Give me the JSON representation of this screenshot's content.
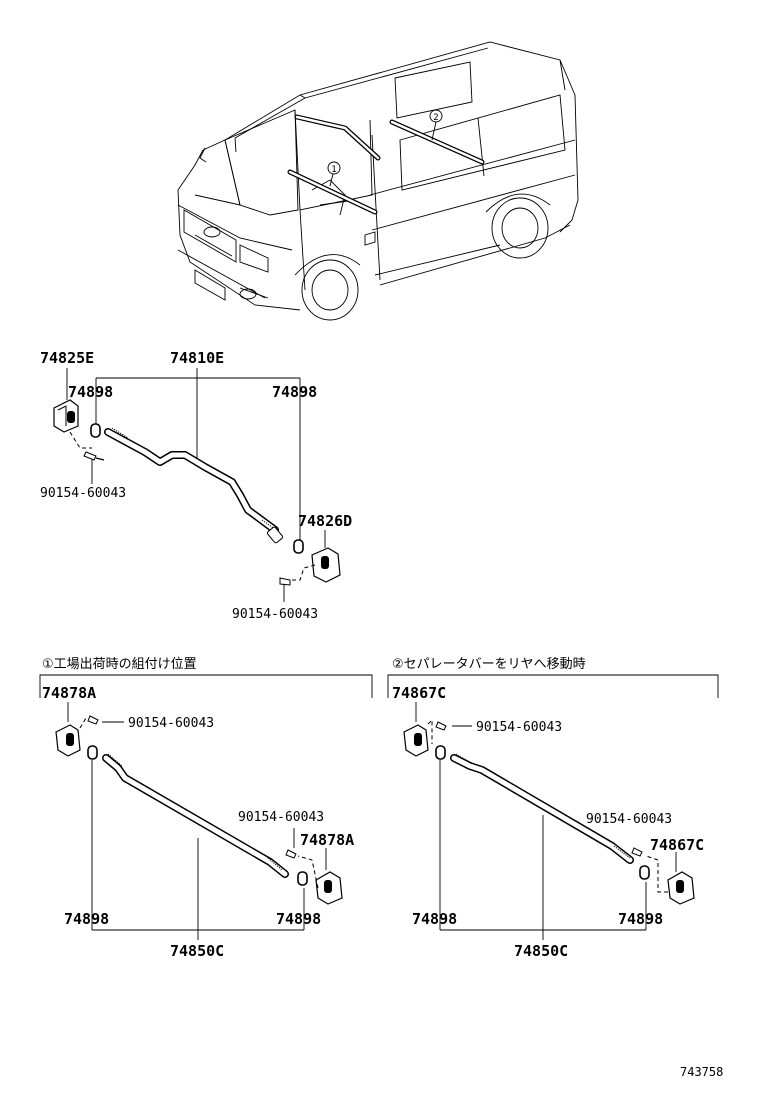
{
  "callouts": {
    "one": "1",
    "two": "2"
  },
  "top_assembly": {
    "bracket_left": "74825E",
    "rod": "74810E",
    "bushing_left": "74898",
    "bushing_right": "74898",
    "bracket_right": "74826D",
    "screw_left": "90154-60043",
    "screw_right": "90154-60043"
  },
  "section_1": {
    "caption": "①工場出荷時の組付け位置",
    "bracket_left": "74878A",
    "screw_left": "90154-60043",
    "screw_right": "90154-60043",
    "bracket_right": "74878A",
    "bushing_left": "74898",
    "bushing_right": "74898",
    "rod": "74850C"
  },
  "section_2": {
    "caption": "②セパレータバーをリヤへ移動時",
    "bracket_left": "74867C",
    "screw_left": "90154-60043",
    "screw_right": "90154-60043",
    "bracket_right": "74867C",
    "bushing_left": "74898",
    "bushing_right": "74898",
    "rod": "74850C"
  },
  "figure_code": "743758"
}
